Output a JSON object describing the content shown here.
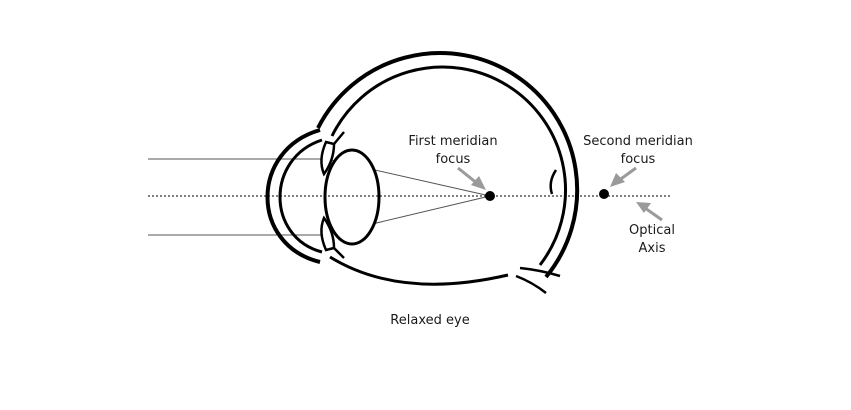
{
  "labels": {
    "first_focus": {
      "line1": "First meridian",
      "line2": "focus"
    },
    "second_focus": {
      "line1": "Second meridian",
      "line2": "focus"
    },
    "optical_axis": {
      "line1": "Optical",
      "line2": "Axis"
    },
    "caption": "Relaxed eye"
  },
  "colors": {
    "ink": "#000000",
    "ray": "#555555",
    "arrow": "#9a9a9a",
    "background": "#ffffff"
  }
}
